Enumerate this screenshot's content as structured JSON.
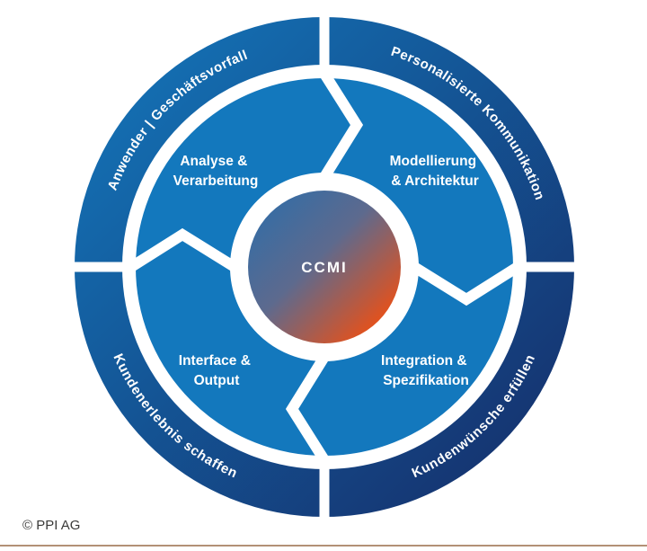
{
  "diagram": {
    "center_label": "CCMI",
    "inner_segments": [
      {
        "id": "top-left",
        "lines": [
          "Analyse &",
          "Verarbeitung"
        ]
      },
      {
        "id": "top-right",
        "lines": [
          "Modellierung",
          "& Architektur"
        ]
      },
      {
        "id": "bottom-left",
        "lines": [
          "Interface &",
          "Output"
        ]
      },
      {
        "id": "bottom-right",
        "lines": [
          "Integration &",
          "Spezifikation"
        ]
      }
    ],
    "outer_labels": {
      "top_left": "Anwender | Geschäftsvorfall",
      "top_right": "Personalisierte Kommunikation",
      "bottom_left": "Kundenerlebnis schaffen",
      "bottom_right": "Kundenwünsche erfüllen"
    }
  },
  "footer": {
    "copyright": "© PPI AG"
  },
  "colors": {
    "inner_ring_blue": "#1378bd",
    "outer_ring_gradient_start": "#1474b8",
    "outer_ring_gradient_end": "#152f6b",
    "center_gradient_blue": "#2a6dab",
    "center_gradient_mid": "#5d6a8e",
    "center_gradient_orange": "#e0521f",
    "label_text": "#ffffff",
    "footer_text": "#3a3a39",
    "bottom_rule": "#b29176"
  }
}
